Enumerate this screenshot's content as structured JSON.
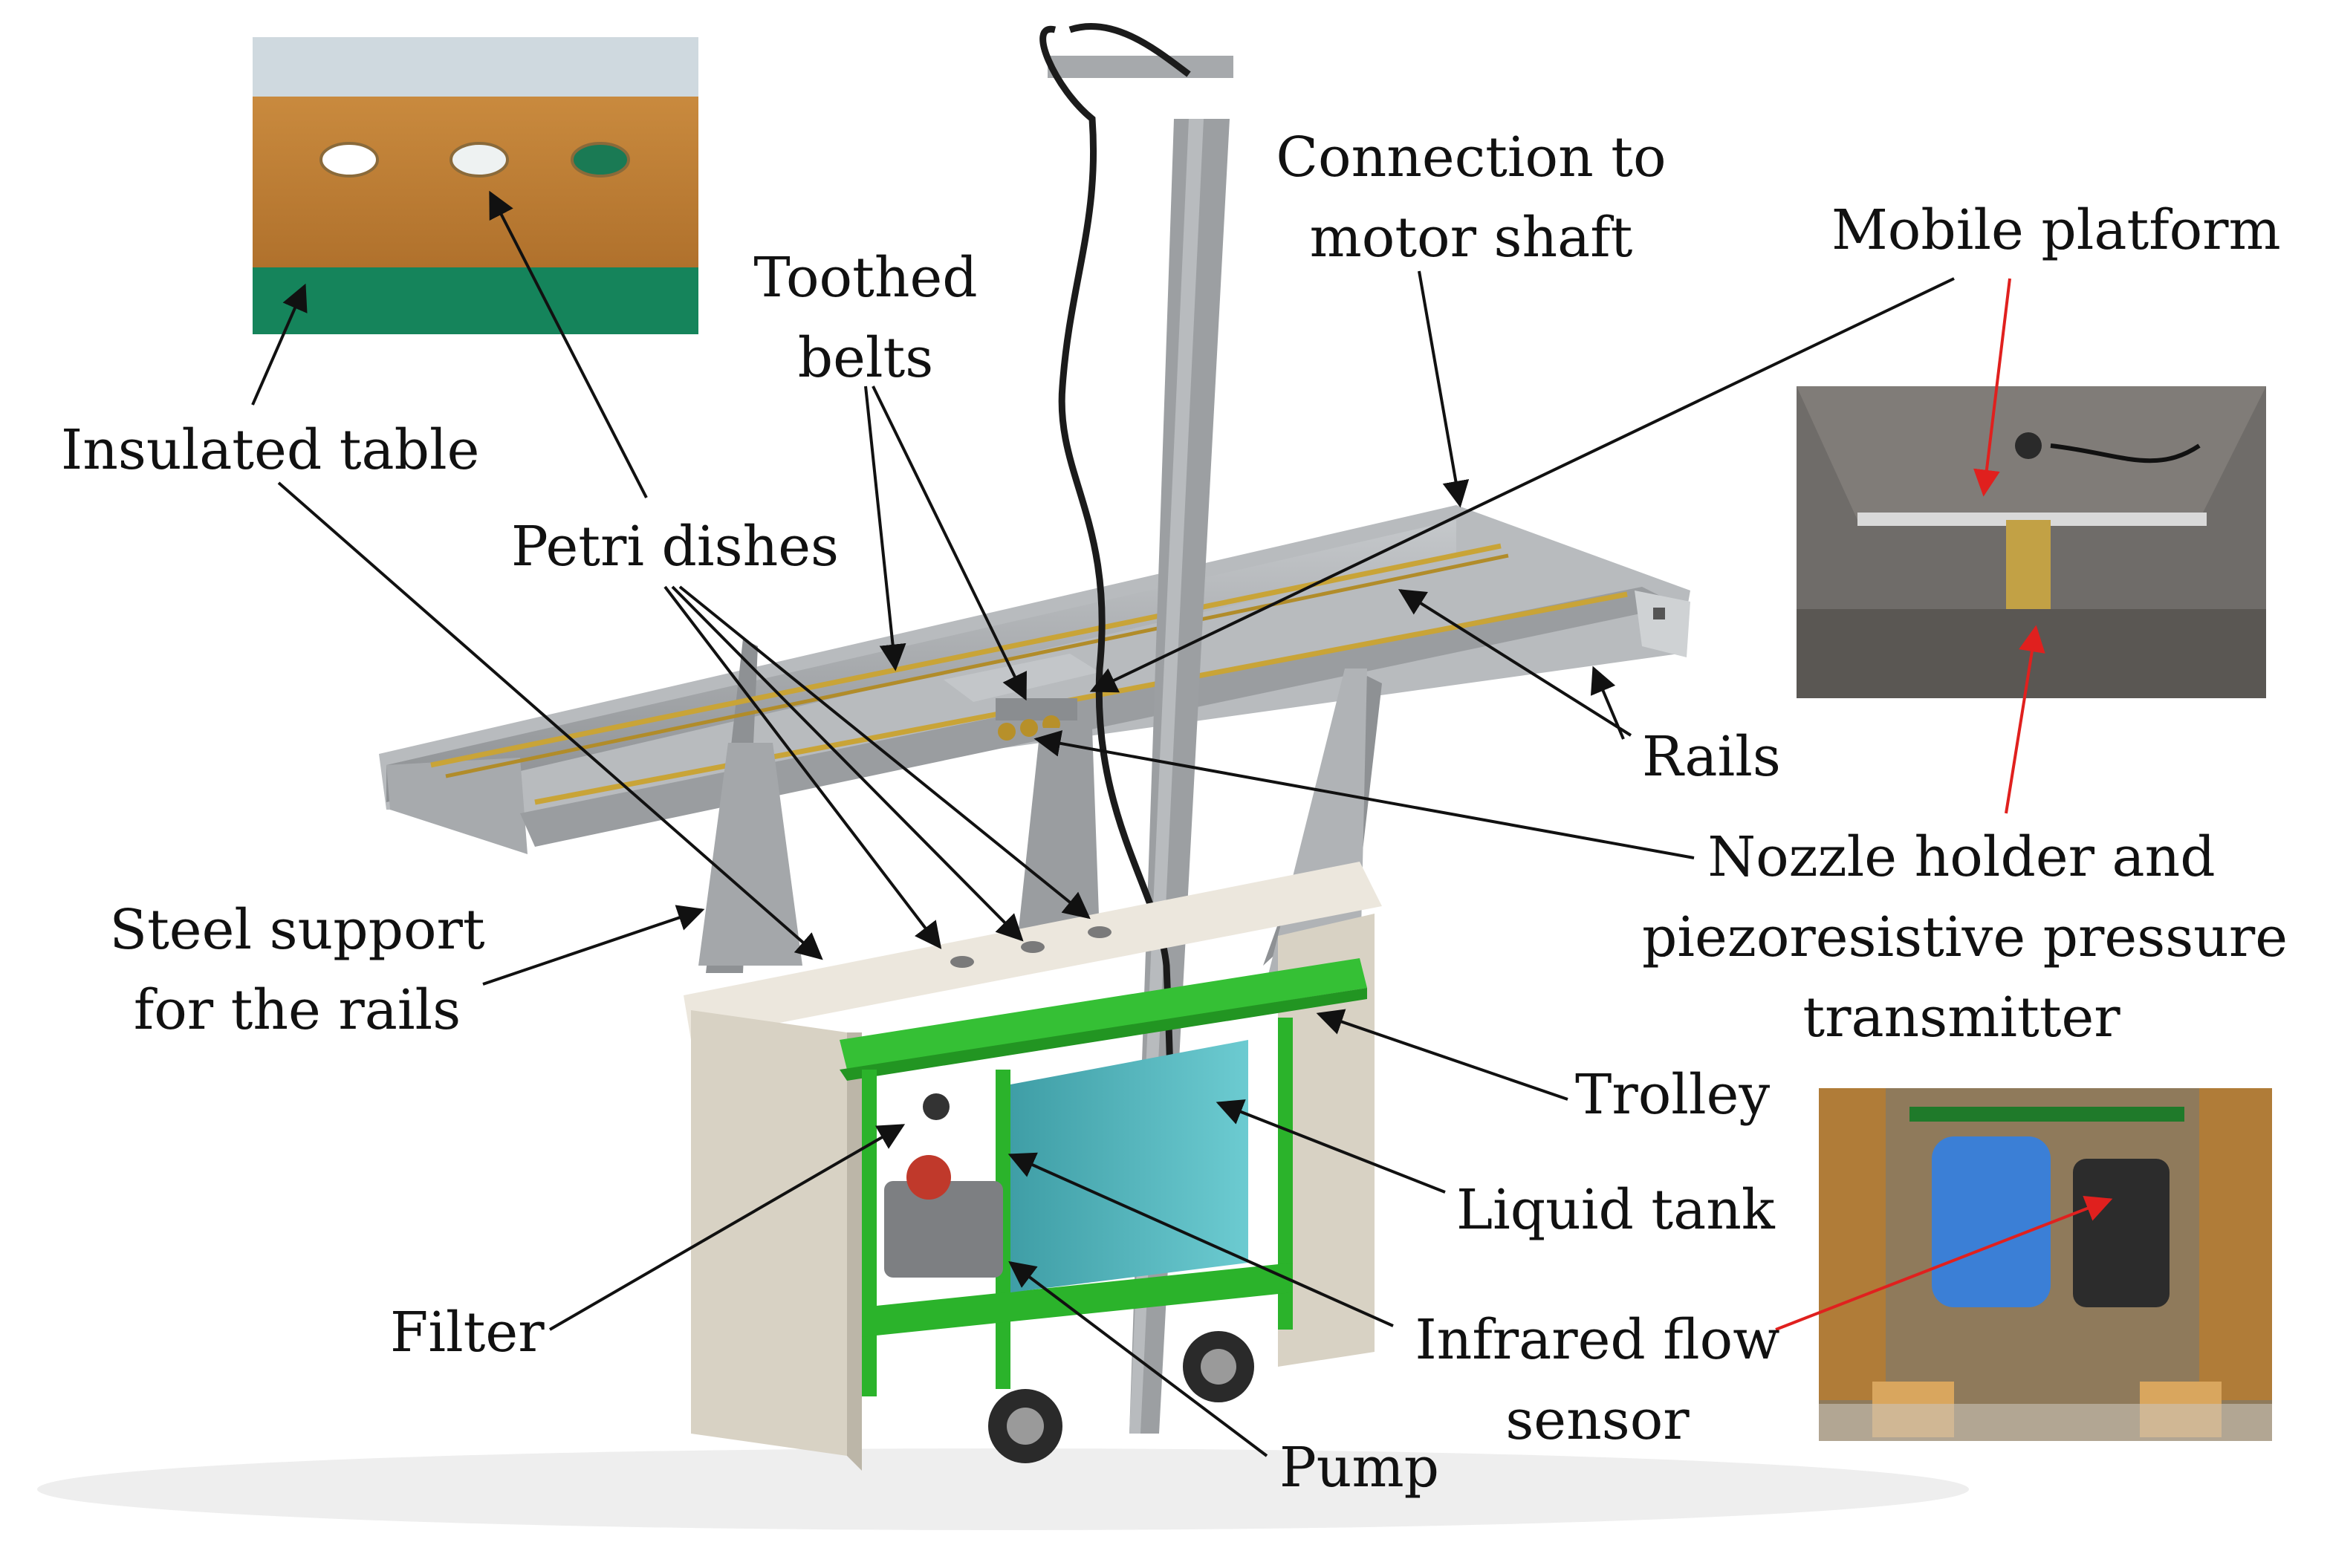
{
  "labels": {
    "insulated_table": "Insulated table",
    "petri_dishes": "Petri dishes",
    "toothed_belts": [
      "Toothed",
      "belts"
    ],
    "connection_motor_shaft": [
      "Connection to",
      "motor shaft"
    ],
    "mobile_platform": "Mobile platform",
    "rails": "Rails",
    "nozzle_holder": [
      "Nozzle holder and",
      "piezoresistive pressure",
      "transmitter"
    ],
    "steel_support": [
      "Steel support",
      "for the rails"
    ],
    "trolley": "Trolley",
    "liquid_tank": "Liquid tank",
    "filter": "Filter",
    "infrared_flow_sensor": [
      "Infrared flow",
      "sensor"
    ],
    "pump": "Pump"
  },
  "colors": {
    "frame_steel": "#9fa2a5",
    "frame_steel_dark": "#7d8083",
    "trolley_green": "#2fb62f",
    "tank_cyan": "#4fb7bf",
    "table_top": "#e9e4da",
    "belt_gold": "#c9a437",
    "leader_black": "#111111",
    "leader_red": "#e0201e"
  }
}
